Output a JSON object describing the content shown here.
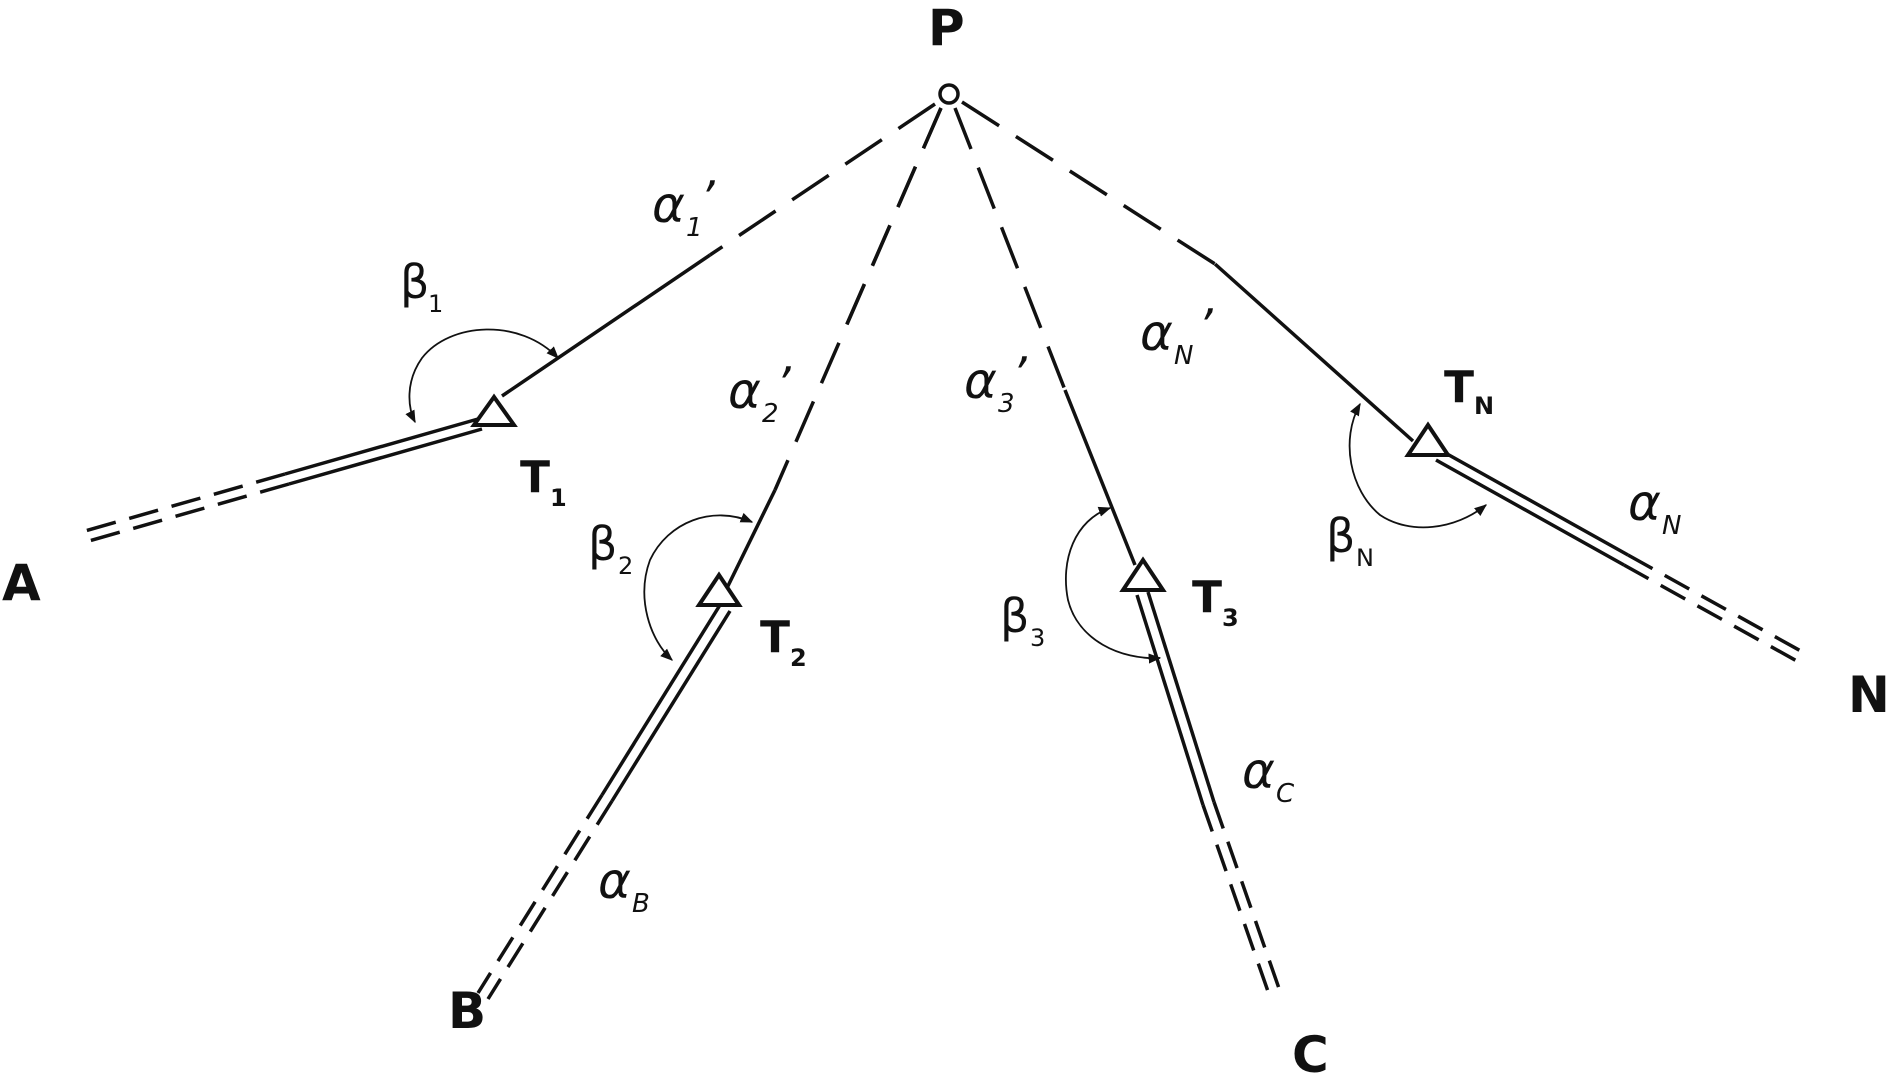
{
  "diagram": {
    "labels": {
      "P": "P",
      "A": "A",
      "B": "B",
      "C": "C",
      "N": "N",
      "T": "T",
      "T1_sub": "1",
      "T2_sub": "2",
      "T3_sub": "3",
      "TN_sub": "N"
    },
    "angles": {
      "alpha": "α",
      "beta": "β",
      "prime": "’",
      "a1_sub": "1",
      "a2_sub": "2",
      "a3_sub": "3",
      "aN_sub": "N",
      "aB_sub": "B",
      "aC_sub": "C",
      "aNend_sub": "N",
      "b1_sub": "1",
      "b2_sub": "2",
      "b3_sub": "3",
      "bN_sub": "N"
    }
  }
}
